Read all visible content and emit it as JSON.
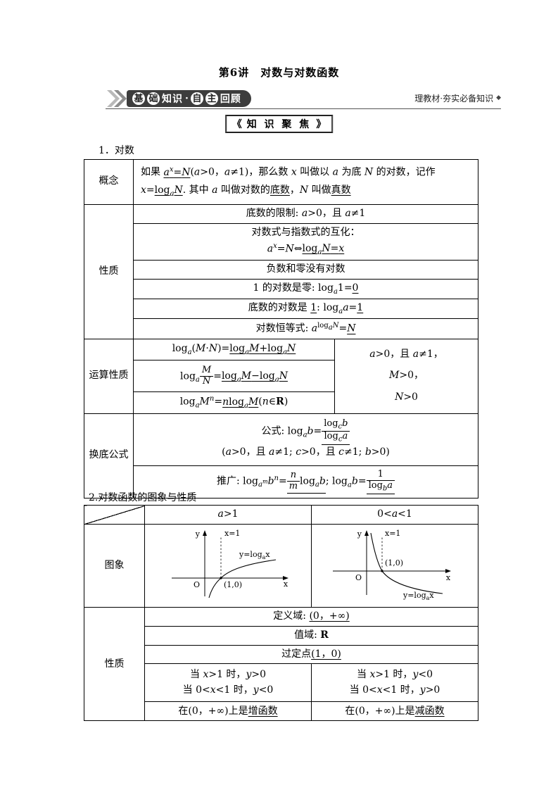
{
  "page": {
    "title": "第6讲　对数与对数函数"
  },
  "header": {
    "banner_circled_left": [
      "基",
      "础"
    ],
    "banner_plain_left": "知识",
    "banner_dot": "·",
    "banner_circled_right": [
      "自",
      "主"
    ],
    "banner_plain_right": "回顾",
    "right_text": "理教材·夯实必备知识",
    "diamond": "◆"
  },
  "badge": {
    "left_mark": "《",
    "text": "知 识 聚 焦",
    "right_mark": "》"
  },
  "sections": {
    "s1": "1．对数",
    "s2": "2.对数函数的图象与性质"
  },
  "table1": {
    "concept_label": "概念",
    "concept_html": "如果 <u><i>a</i><sup><i>x</i></sup>=<i>N</i></u>(<i>a</i>&gt;0，<i>a</i>≠1)，那么数 <i>x</i> 叫做以 <i>a</i> 为底 <i>N</i> 的对数，记作 <i>x</i>=<u>log<sub><i>a</i></sub><i>N</i></u>. 其中 <i>a</i> 叫做对数的<u>底数</u>，<i>N</i> 叫做<u>真数</u>",
    "props_label": "性质",
    "props_rows": [
      "底数的限制: <i>a</i>&gt;0，且 <i>a</i>≠1",
      "对数式与指数式的互化：<br><i>a</i><sup><i>x</i></sup>=<i>N</i>⇔<u>log<sub><i>a</i></sub><i>N</i>=<i>x</i></u>",
      "负数和零没有对数",
      "1 的对数是零: log<sub><i>a</i></sub>1=<u>0</u>",
      "底数的对数是 <u>1</u>: log<sub><i>a</i></sub><i>a</i>=<u>1</u>",
      "对数恒等式: <i>a</i><sup>log<sub><i>a</i></sub><i>N</i></sup>=<u><i>N</i></u>"
    ],
    "ops_label": "运算性质",
    "ops_rows": [
      "log<sub><i>a</i></sub>(<i>M</i>·<i>N</i>)=<u>log<sub><i>a</i></sub><i>M</i>+log<sub><i>a</i></sub><i>N</i></u>",
      "log<sub><i>a</i></sub><span class='frac'><span class='num'><i>M</i></span><span class='den'><i>N</i></span></span>=<u>log<sub><i>a</i></sub><i>M</i>−log<sub><i>a</i></sub><i>N</i></u>",
      "log<sub><i>a</i></sub><i>M</i><sup><i>n</i></sup>=<u><i>n</i>log<sub><i>a</i></sub><i>M</i></u>(<i>n</i>∈<b>R</b>)"
    ],
    "ops_conditions_html": "<div><i>a</i>&gt;0，且 <i>a</i>≠1，</div><div><i>M</i>&gt;0，</div><div><i>N</i>&gt;0</div>",
    "base_label": "换底公式",
    "base_row1_html": "公式: log<sub><i>a</i></sub><i>b</i>=<span class='ulb'><span class='frac'><span class='num'>log<sub><i>c</i></sub><i>b</i></span><span class='den'>log<sub><i>c</i></sub><i>a</i></span></span></span><br>(<i>a</i>&gt;0，且 <i>a</i>≠1; <i>c</i>&gt;0，且 <i>c</i>≠1; <i>b</i>&gt;0)",
    "base_row2_html": "推广: log<sub><i>a</i><sup><i>m</i></sup></sub><i>b</i><sup><i>n</i></sup>=<span class='ulb'><span class='frac'><span class='num'><i>n</i></span><span class='den'><i>m</i></span></span>log<sub><i>a</i></sub><i>b</i></span>; log<sub><i>a</i></sub><i>b</i>=<span class='ulb'><span class='frac'><span class='num'>1</span><span class='den'>log<sub><i>b</i></sub><i>a</i></span></span></span>"
  },
  "table2": {
    "headers": [
      "<i>a</i>&gt;1",
      "0&lt;<i>a</i>&lt;1"
    ],
    "graph_label": "图象",
    "props_label": "性质",
    "graph1": {
      "y_axis": "y",
      "x_axis": "x",
      "origin": "O",
      "x_eq": "x=1",
      "point": "(1,0)",
      "curve_prefix": "y=log",
      "curve_sub": "a",
      "curve_arg": "x"
    },
    "graph2": {
      "y_axis": "y",
      "x_axis": "x",
      "origin": "O",
      "x_eq": "x=1",
      "point": "(1,0)",
      "curve_prefix": "y=log",
      "curve_sub": "a",
      "curve_arg": "x"
    },
    "span_rows": [
      "定义域: <u>(0，+∞)</u>",
      "值域: <b>R</b>",
      "过定点<u>(1，0)</u>"
    ],
    "cmp_left_html": "当 <i>x</i>&gt;1 时，<i>y</i>&gt;0<br>当 0&lt;<i>x</i>&lt;1 时，<i>y</i>&lt;0",
    "cmp_right_html": "当 <i>x</i>&gt;1 时，<i>y</i>&lt;0<br>当 0&lt;<i>x</i>&lt;1 时，<i>y</i>&gt;0",
    "mono_left_html": "在(0，+∞)上是<u>增函数</u>",
    "mono_right_html": "在(0，+∞)上是<u>减函数</u>"
  }
}
